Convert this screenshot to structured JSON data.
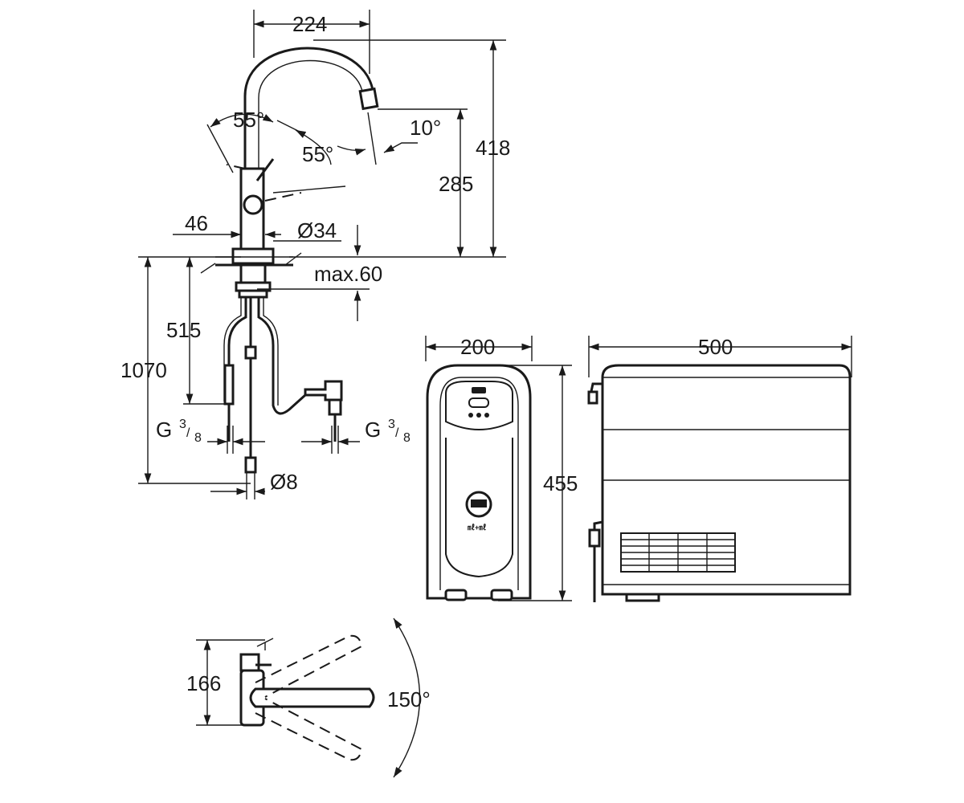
{
  "faucet_side_view": {
    "spout_reach": "224",
    "lever_angle_left": "55°",
    "lever_angle_right": "55°",
    "outlet_angle": "10°",
    "total_height": "418",
    "outlet_height": "285",
    "lever_offset": "46",
    "base_diameter": "Ø34",
    "max_countertop": "max.60",
    "hose_length_short": "515",
    "hose_length_total": "1070",
    "hose_diameter": "Ø8",
    "connection_left": {
      "main": "G",
      "num": "3",
      "den": "8"
    },
    "connection_right": {
      "main": "G",
      "num": "3",
      "den": "8"
    }
  },
  "boiler_front_view": {
    "width": "200",
    "height": "455",
    "button_label": "㎖+㎖"
  },
  "boiler_side_view": {
    "depth": "500"
  },
  "faucet_top_view": {
    "depth": "166",
    "swivel_angle": "150°"
  }
}
